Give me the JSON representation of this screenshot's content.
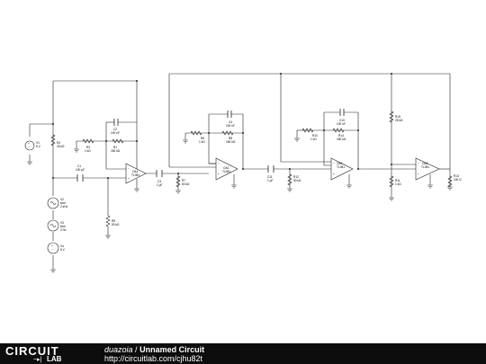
{
  "footer": {
    "logo_top": "CIRCUIT",
    "logo_bottom": "LAB",
    "author": "duazoia",
    "separator": "/",
    "title": "Unnamed Circuit",
    "url": "http://circuitlab.com/cjhu82t"
  },
  "components": {
    "v1": {
      "name": "V1",
      "value": "5 V"
    },
    "r4": {
      "name": "R4",
      "value": "25 kΩ"
    },
    "c1": {
      "name": "C1",
      "value": "100 µF"
    },
    "v2": {
      "name": "V2",
      "value": "sine"
    },
    "v2b": {
      "name": "",
      "value": "2 kHz"
    },
    "v3": {
      "name": "V3",
      "value": "sine"
    },
    "v3b": {
      "name": "",
      "value": "3 Hz"
    },
    "v4": {
      "name": "V4",
      "value": "5 V"
    },
    "r3": {
      "name": "R3",
      "value": "1 kΩ"
    },
    "c2": {
      "name": "C2",
      "value": "100 nF"
    },
    "r1": {
      "name": "R1",
      "value": "180 kΩ"
    },
    "oa1": {
      "name": "OA1",
      "value": "TL081"
    },
    "c3": {
      "name": "C3",
      "value": "1 µF"
    },
    "r5": {
      "name": "R5",
      "value": "50 kΩ"
    },
    "r7": {
      "name": "R7",
      "value": "50 kΩ"
    },
    "c4": {
      "name": "C4",
      "value": "100 nF"
    },
    "r6": {
      "name": "R6",
      "value": "1 kΩ"
    },
    "r8": {
      "name": "R8",
      "value": "180 kΩ"
    },
    "oa2": {
      "name": "OA2",
      "value": "TL081"
    },
    "c11": {
      "name": "C11",
      "value": "1 µF"
    },
    "r12": {
      "name": "R12",
      "value": "50 kΩ"
    },
    "c10": {
      "name": "C10",
      "value": "100 nF"
    },
    "r10": {
      "name": "R10",
      "value": "1 kΩ"
    },
    "r14": {
      "name": "R14",
      "value": "180 kΩ"
    },
    "oa7": {
      "name": "OA7",
      "value": "TL081"
    },
    "r15": {
      "name": "R15",
      "value": "25 kΩ"
    },
    "r11": {
      "name": "R11",
      "value": "1 kΩ"
    },
    "oa3": {
      "name": "OA3",
      "value": "TL081"
    },
    "r13": {
      "name": "R13",
      "value": "100 Ω"
    }
  }
}
